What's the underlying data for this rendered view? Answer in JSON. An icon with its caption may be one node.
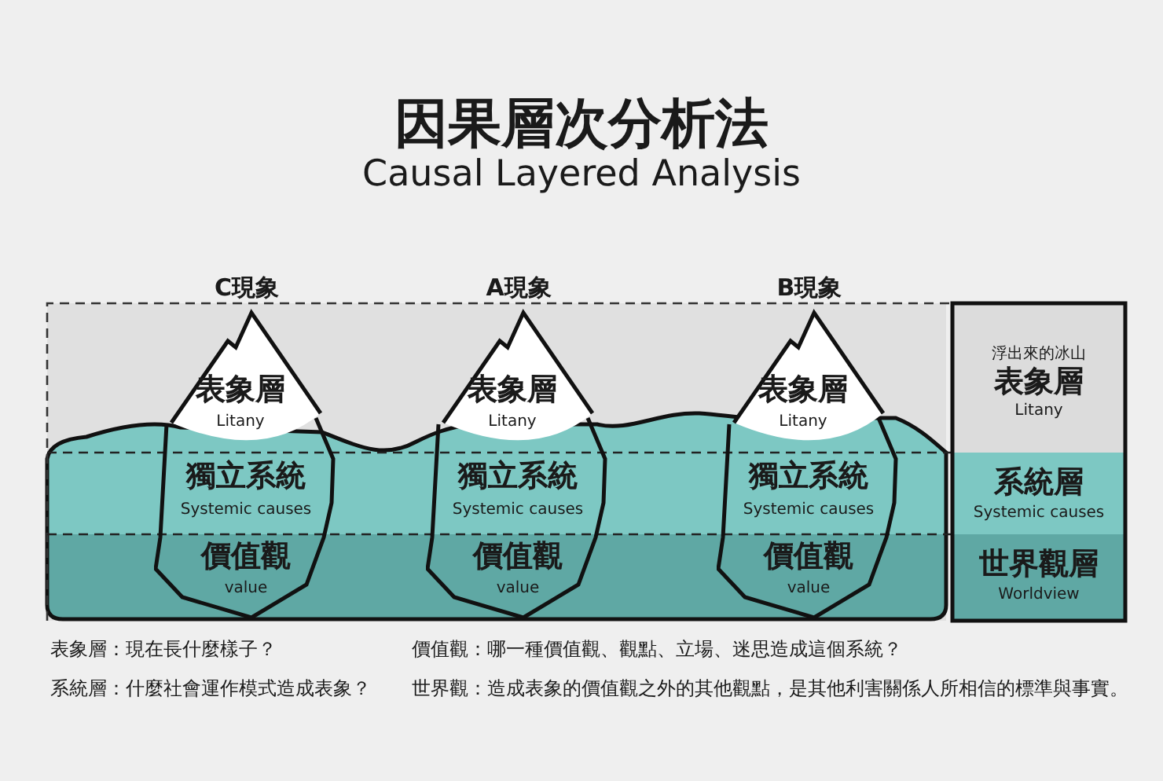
{
  "diagram": {
    "title": "因果層次分析法",
    "nodes": [
      {
        "text": [
          "表象層",
          "Litany"
        ],
        "beside": [
          "C現象"
        ]
      },
      {
        "text": [
          "表象層",
          "Litany"
        ],
        "beside": [
          "A現象"
        ]
      },
      {
        "text": [
          "表象層",
          "Litany"
        ],
        "beside": [
          "B現象"
        ]
      },
      {
        "text": [
          "浮出來的冰山",
          "表象層",
          "Litany"
        ]
      },
      {
        "text": [
          "獨立系統",
          "Systemic causes",
          "價值觀",
          "value"
        ]
      },
      {
        "text": [
          "獨立系統",
          "Systemic causes",
          "價值觀",
          "value"
        ]
      },
      {
        "text": [
          "獨立系統",
          "Systemic causes",
          "價值觀",
          "value"
        ]
      },
      {
        "text": [
          "系統層",
          "Systemic causes"
        ]
      },
      {
        "text": [
          "世界觀層",
          "Worldview"
        ]
      }
    ],
    "labels": [
      "Causal Layered Analysis",
      "表象層：現在長什麼樣子？",
      "價值觀：哪一種價值觀、觀點、立場、迷思造成這個系統？",
      "系統層：什麼社會運作模式造成表象？",
      "世界觀：造成表象的價值觀之外的其他觀點，是其他利害關係人所相信的標準與事實。"
    ]
  }
}
